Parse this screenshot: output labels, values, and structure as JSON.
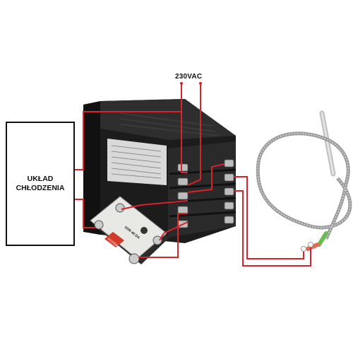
{
  "diagram": {
    "cooling_box_label_line1": "UKŁAD",
    "cooling_box_label_line2": "CHŁODZENIA",
    "power_label": "230VAC",
    "ssr": {
      "brand": "FOTEK",
      "model": "SSR-40 DA"
    },
    "colors": {
      "wire": "#d9232a",
      "controller_body": "#1c1c1c",
      "terminal_block": "#2a2a2a",
      "ssr_body": "#e8e8e4",
      "ssr_brand_bg": "#d23b2a",
      "probe_cable": "#9a9a9a",
      "probe_sleeve_green": "#6dbb57",
      "probe_sleeve_red": "#e26a5a"
    }
  }
}
